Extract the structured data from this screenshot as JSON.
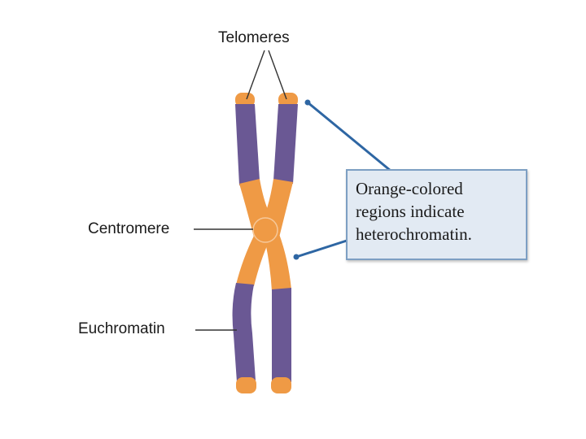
{
  "labels": {
    "telomeres": "Telomeres",
    "centromere": "Centromere",
    "euchromatin": "Euchromatin"
  },
  "callout": {
    "lines": [
      "Orange-colored",
      "regions indicate",
      "heterochromatin."
    ]
  },
  "colors": {
    "heterochromatin": "#ef9a45",
    "euchromatin": "#6a5894",
    "pointer": "#2e66a3",
    "callout_fill": "#e2eaf3",
    "callout_border": "#7d9fc3"
  }
}
